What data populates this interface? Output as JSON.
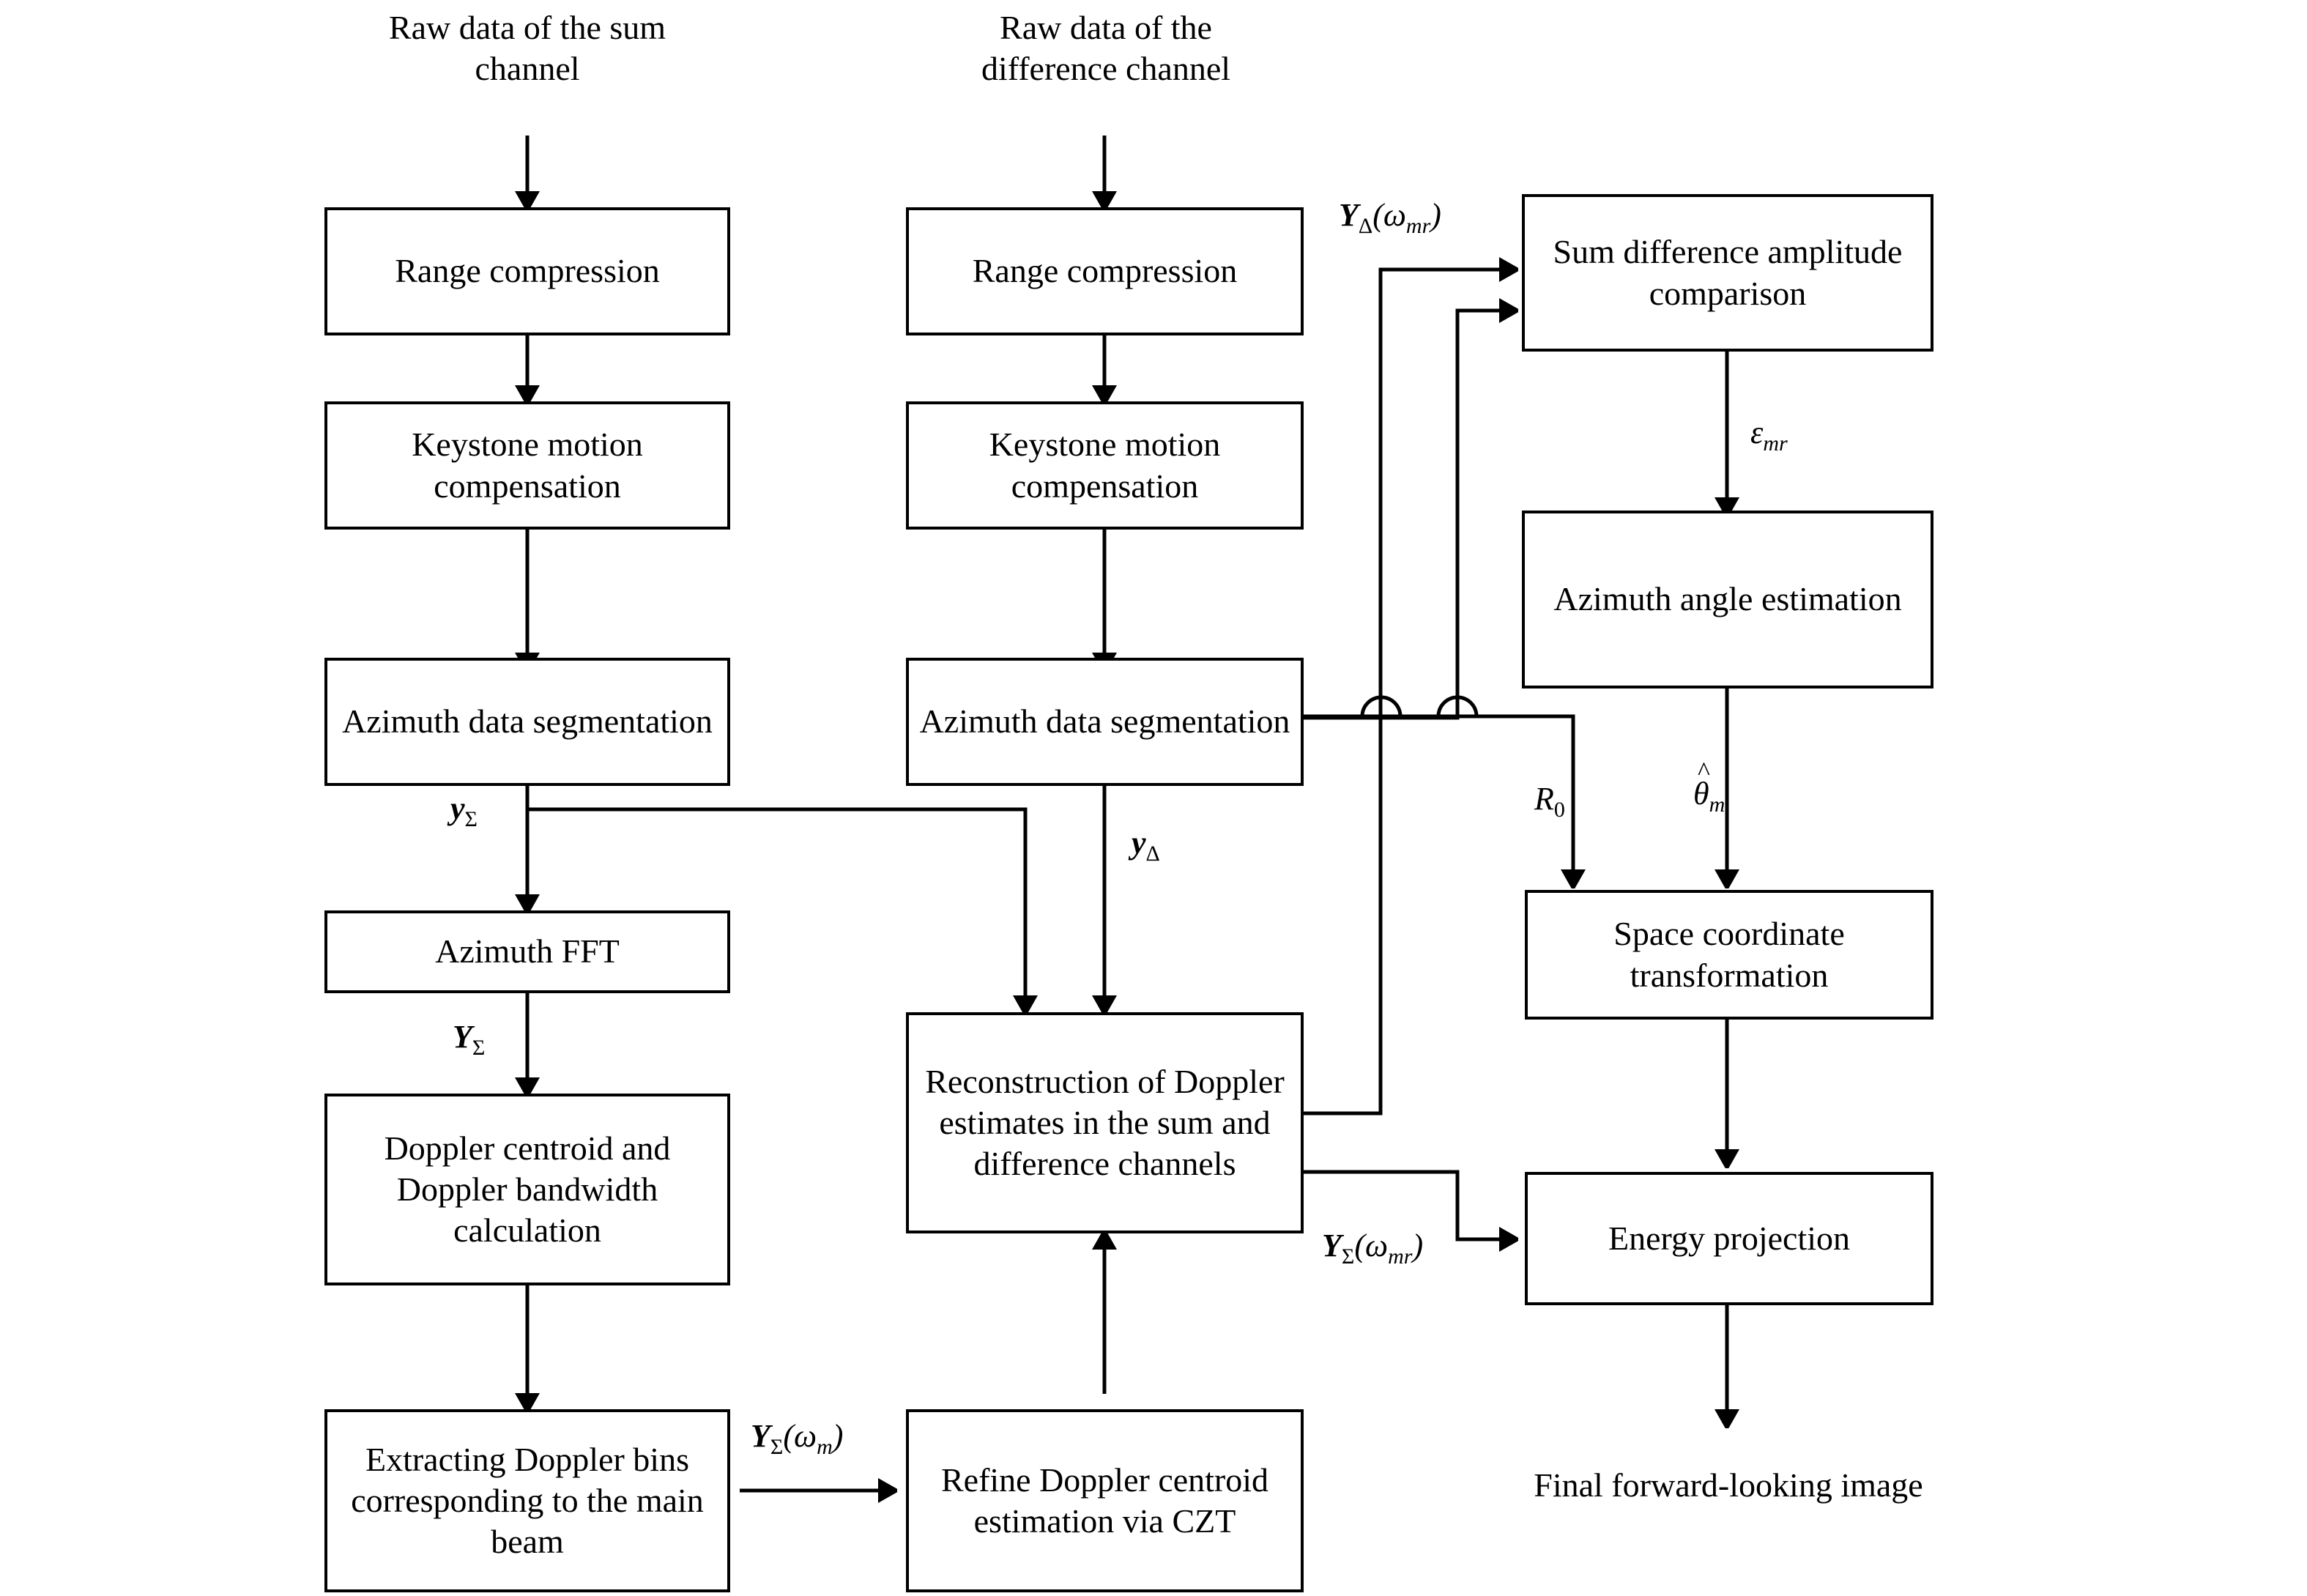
{
  "diagram": {
    "title": "Forward-looking monopulse SAR imaging processing flowchart",
    "stroke_color": "#000000",
    "background_color": "#ffffff"
  },
  "free_text": {
    "raw_sum": "Raw data of the sum\nchannel",
    "raw_diff": "Raw data of the\ndifference channel",
    "final_image": "Final forward-looking image"
  },
  "nodes": {
    "sum_range_compression": "Range compression",
    "sum_keystone": "Keystone motion\ncompensation",
    "sum_azimuth_seg": "Azimuth data\nsegmentation",
    "azimuth_fft": "Azimuth FFT",
    "doppler_centroid_bw": "Doppler centroid and\nDoppler bandwidth\ncalculation",
    "extract_doppler_bins": "Extracting Doppler\nbins corresponding to\nthe main beam",
    "diff_range_compression": "Range compression",
    "diff_keystone": "Keystone motion\ncompensation",
    "diff_azimuth_seg": "Azimuth data\nsegmentation",
    "reconstruction": "Reconstruction of\nDoppler estimates in\nthe sum and\ndifference channels",
    "refine_czt": "Refine  Doppler\ncentroid estimation\nvia CZT",
    "sum_diff_amplitude": "Sum difference\namplitude\ncomparison",
    "azimuth_angle_est": "Azimuth angle\nestimation",
    "space_coord_transform": "Space coordinate\ntransformation",
    "energy_projection": "Energy projection"
  },
  "edge_labels": {
    "y_sigma": "yΣ",
    "y_delta": "yΔ",
    "Y_sigma": "YΣ",
    "Y_sigma_omega_m": "YΣ(ωm)",
    "Y_delta_omega_mr": "YΔ(ωmr)",
    "Y_sigma_omega_mr": "YΣ(ωmr)",
    "epsilon_mr": "εmr",
    "R_0": "R0",
    "theta_hat_m": "θ̂m"
  },
  "flow": {
    "edges": [
      {
        "from": "raw_sum",
        "to": "sum_range_compression",
        "label": ""
      },
      {
        "from": "sum_range_compression",
        "to": "sum_keystone",
        "label": ""
      },
      {
        "from": "sum_keystone",
        "to": "sum_azimuth_seg",
        "label": ""
      },
      {
        "from": "sum_azimuth_seg",
        "to": "azimuth_fft",
        "label": "y_sigma"
      },
      {
        "from": "sum_azimuth_seg",
        "to": "reconstruction",
        "label": "y_sigma"
      },
      {
        "from": "azimuth_fft",
        "to": "doppler_centroid_bw",
        "label": "Y_sigma"
      },
      {
        "from": "doppler_centroid_bw",
        "to": "extract_doppler_bins",
        "label": ""
      },
      {
        "from": "extract_doppler_bins",
        "to": "refine_czt",
        "label": "Y_sigma_omega_m"
      },
      {
        "from": "refine_czt",
        "to": "reconstruction",
        "label": ""
      },
      {
        "from": "raw_diff",
        "to": "diff_range_compression",
        "label": ""
      },
      {
        "from": "diff_range_compression",
        "to": "diff_keystone",
        "label": ""
      },
      {
        "from": "diff_keystone",
        "to": "diff_azimuth_seg",
        "label": ""
      },
      {
        "from": "diff_azimuth_seg",
        "to": "reconstruction",
        "label": "y_delta"
      },
      {
        "from": "diff_azimuth_seg",
        "to": "space_coord_transform",
        "label": "R_0"
      },
      {
        "from": "reconstruction",
        "to": "sum_diff_amplitude",
        "label": "Y_delta_omega_mr"
      },
      {
        "from": "reconstruction",
        "to": "energy_projection",
        "label": "Y_sigma_omega_mr"
      },
      {
        "from": "sum_diff_amplitude",
        "to": "azimuth_angle_est",
        "label": "epsilon_mr"
      },
      {
        "from": "azimuth_angle_est",
        "to": "space_coord_transform",
        "label": "theta_hat_m"
      },
      {
        "from": "space_coord_transform",
        "to": "energy_projection",
        "label": ""
      },
      {
        "from": "energy_projection",
        "to": "final_image",
        "label": ""
      }
    ]
  }
}
